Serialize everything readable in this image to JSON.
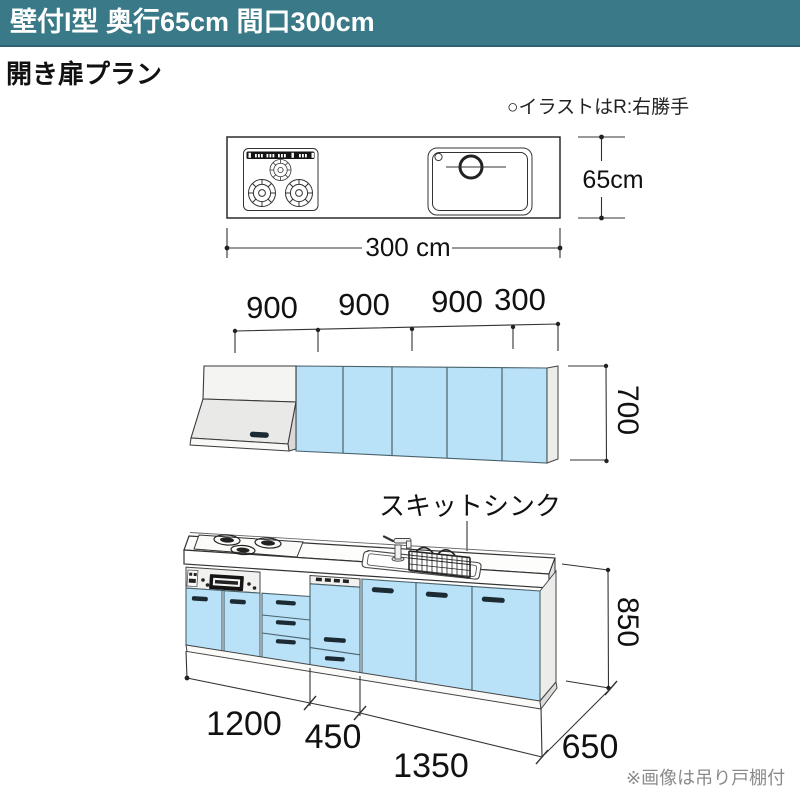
{
  "header": {
    "title": "壁付I型 奥行65cm 間口300cm"
  },
  "plan": {
    "title": "開き扉プラン",
    "illust_note": "○イラストはR:右勝手",
    "footnote": "※画像は吊り戸棚付"
  },
  "top_view": {
    "width_label": "300 cm",
    "depth_label": "65cm"
  },
  "wall_view": {
    "dim1": "900",
    "dim2": "900",
    "dim3": "900",
    "dim4": "300",
    "height_label": "700"
  },
  "front_view": {
    "sink_label": "スキットシンク",
    "height_label": "850",
    "width1": "1200",
    "width2": "450",
    "width3": "1350",
    "depth_label": "650"
  },
  "colors": {
    "header_bg": "#3a7987",
    "cabinet_blue": "#b9e2f8",
    "outline": "#333333",
    "note_gray": "#8a8a8a"
  }
}
